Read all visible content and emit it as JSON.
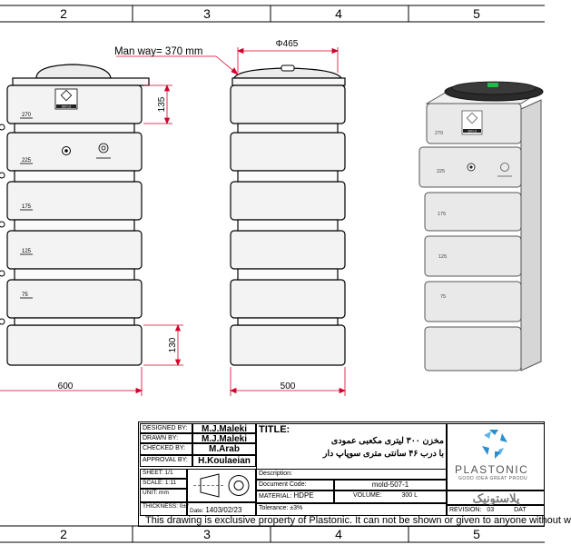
{
  "grid": {
    "columns": [
      "2",
      "3",
      "4",
      "5"
    ]
  },
  "annotations": {
    "manway": "Man way= 370 mm",
    "top_diameter": "Φ465",
    "dim_135": "135",
    "dim_130": "130",
    "width_front": "600",
    "width_side": "500"
  },
  "tank_levels": {
    "front": [
      "270",
      "225",
      "175",
      "125",
      "75"
    ],
    "iso": [
      "270",
      "225",
      "175",
      "125",
      "75"
    ],
    "badge": "300 Lit"
  },
  "title_block": {
    "designed_by_label": "DESIGNED BY:",
    "designed_by": "M.J.Maleki",
    "drawn_by_label": "DRAWN BY:",
    "drawn_by": "M.J.Maleki",
    "checked_by_label": "CHECKED BY:",
    "checked_by": "M.Arab",
    "approval_by_label": "APPROVAL BY:",
    "approval_by": "H.Koulaeian",
    "sheet_label": "SHEET: 1/1",
    "scale_label": "SCALE: 1:11",
    "unit_label": "UNIT: mm",
    "thickness_label": "THICKNESS: 0±⁰",
    "date_label": "Date:",
    "date": "1403/02/23",
    "title_label": "TITLE:",
    "title_line1": "مخزن ۳۰۰ لیتری مکعبی عمودی",
    "title_line2": "با درب ۴۶ سانتی متری سوپاپ دار",
    "description_label": "Description:",
    "document_code_label": "Document Code:",
    "document_code": "mold-507-1",
    "material_label": "MATERIAL:",
    "material": "HDPE",
    "volume_label": "VOLUME:",
    "volume": "300 L",
    "tolerance_label": "Tolerance: ±3%",
    "revision_label": "REVISION:",
    "revision": "03",
    "date_short_label": "DAT",
    "brand": "PLASTONIC",
    "brand_tagline": "GOOD IDEA  GREAT PRODU",
    "brand_fa": "پلاستونیک"
  },
  "footer": {
    "notice": "This drawing is exclusive property of Plastonic. It can not be shown or given to anyone without w"
  },
  "colors": {
    "dimension": "#d4002a",
    "line": "#000000",
    "tank_fill": "#f3f3f3",
    "iso_fill": "#e9e9e9",
    "lid_dark": "#2a2a2a",
    "lid_green": "#27b84a",
    "brand_blue": "#2a8fd0"
  }
}
